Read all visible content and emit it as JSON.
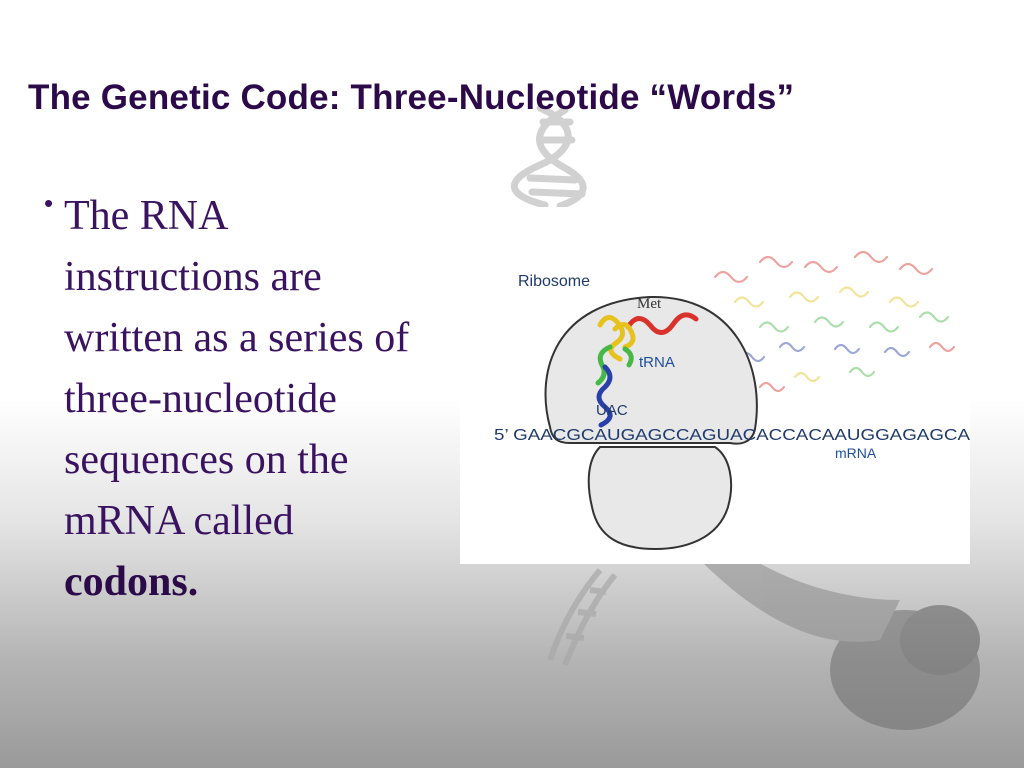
{
  "slide": {
    "title": "The Genetic Code: Three-Nucleotide “Words”",
    "bullet_marker": "•",
    "bullet_text": "The RNA instructions are written as a series of three-nucleotide sequences on the mRNA called",
    "bullet_emphasis": "codons.",
    "colors": {
      "title": "#2c0a4a",
      "body_text": "#3a1360"
    }
  },
  "figure": {
    "ribosome_label": "Ribosome",
    "met_label": "Met",
    "trna_label": "tRNA",
    "anticodon_label": "UAC",
    "mrna_sequence": "5’ GAACGCAUGAGCCAGUACACCACAAUGGAGAGCA",
    "mrna_label": "mRNA",
    "colors": {
      "label_dark": "#1f3a6a",
      "label_blue": "#1f4e9a",
      "ribosome_fill": "#e8e8e8",
      "trna_red": "#d9322b",
      "trna_yellow": "#e6c21c",
      "trna_green": "#46b847",
      "trna_blue": "#2b3fa8"
    }
  }
}
